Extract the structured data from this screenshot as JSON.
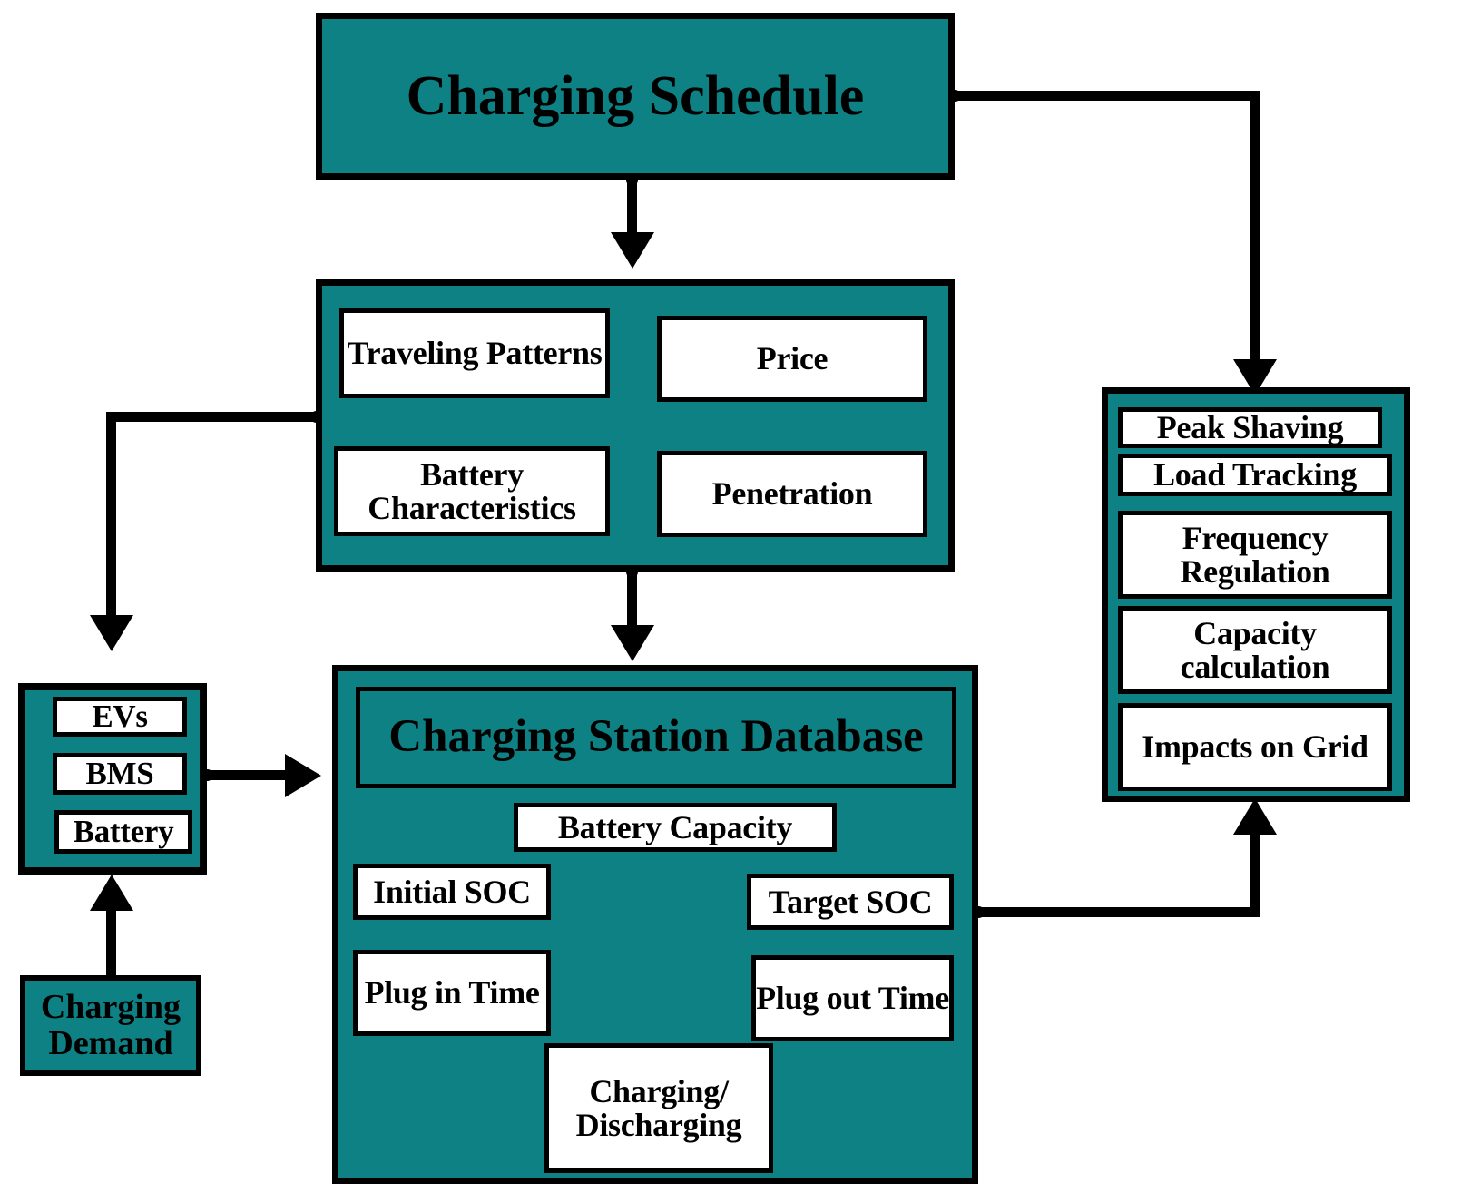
{
  "diagram": {
    "title": "Charging Schedule",
    "accent_teal": "#0d8183",
    "line_color": "#000000",
    "box_fill": "#ffffff"
  },
  "charging_schedule": {
    "label": "Charging Schedule"
  },
  "inputs_panel": {
    "boxes": [
      {
        "label": "Traveling Patterns"
      },
      {
        "label": "Price"
      },
      {
        "label": "Battery Characteristics"
      },
      {
        "label": "Penetration"
      }
    ]
  },
  "ev_panel": {
    "boxes": [
      {
        "label": "EVs"
      },
      {
        "label": "BMS"
      },
      {
        "label": "Battery"
      }
    ]
  },
  "charging_demand": {
    "label": "Charging Demand"
  },
  "charging_station": {
    "title": "Charging Station Database",
    "boxes": [
      {
        "label": "Battery Capacity"
      },
      {
        "label": "Initial SOC"
      },
      {
        "label": "Target SOC"
      },
      {
        "label": "Plug in Time"
      },
      {
        "label": "Plug out Time"
      },
      {
        "label": "Charging/ Discharging"
      }
    ]
  },
  "grid_services_panel": {
    "boxes": [
      {
        "label": "Peak Shaving"
      },
      {
        "label": "Load Tracking"
      },
      {
        "label": "Frequency Regulation"
      },
      {
        "label": "Capacity calculation"
      },
      {
        "label": "Impacts on Grid"
      }
    ]
  },
  "connectors": [
    {
      "name": "schedule-to-inputs",
      "kind": "arrow-down"
    },
    {
      "name": "schedule-to-grid-services",
      "kind": "elbow-right-down-arrow"
    },
    {
      "name": "inputs-to-ev-panel",
      "kind": "elbow-left-down-arrow"
    },
    {
      "name": "inputs-to-station",
      "kind": "arrow-down"
    },
    {
      "name": "ev-panel-to-station",
      "kind": "arrow-right"
    },
    {
      "name": "demand-to-ev-panel",
      "kind": "arrow-up"
    },
    {
      "name": "target-soc-to-grid-services",
      "kind": "elbow-right-up-arrow"
    }
  ]
}
